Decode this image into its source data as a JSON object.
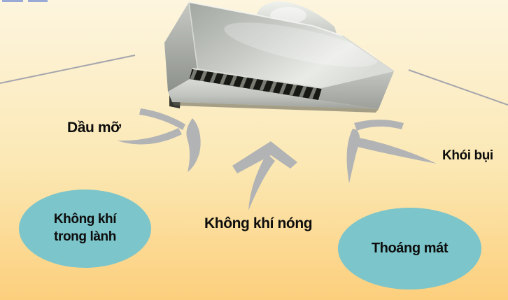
{
  "labels": {
    "grease": "Dầu mỡ",
    "smoke_dust": "Khói bụi",
    "hot_air": "Không khí nóng",
    "fresh_air_line1": "Không khí",
    "fresh_air_line2": "trong lành",
    "cool_air": "Thoáng mát"
  },
  "colors": {
    "bg_top": "#fdf5df",
    "bg_mid": "#fbe8b4",
    "bg_bottom": "#fccf7c",
    "ellipse_fill": "#7cc5ca",
    "label_text": "#0d0d0d",
    "arrow_gray": "#b2b3b5",
    "decor_line": "#a5a5ad",
    "top_bar_blue": "#9aaad6"
  },
  "graphics": {
    "hood": "stainless-steel-exhaust-hood-photo",
    "grease_arrow": "swoosh-arrow-up-right",
    "hot_air_arrow": "curved-arrow-up",
    "smoke_arrow": "swoosh-arrow-up-left"
  }
}
